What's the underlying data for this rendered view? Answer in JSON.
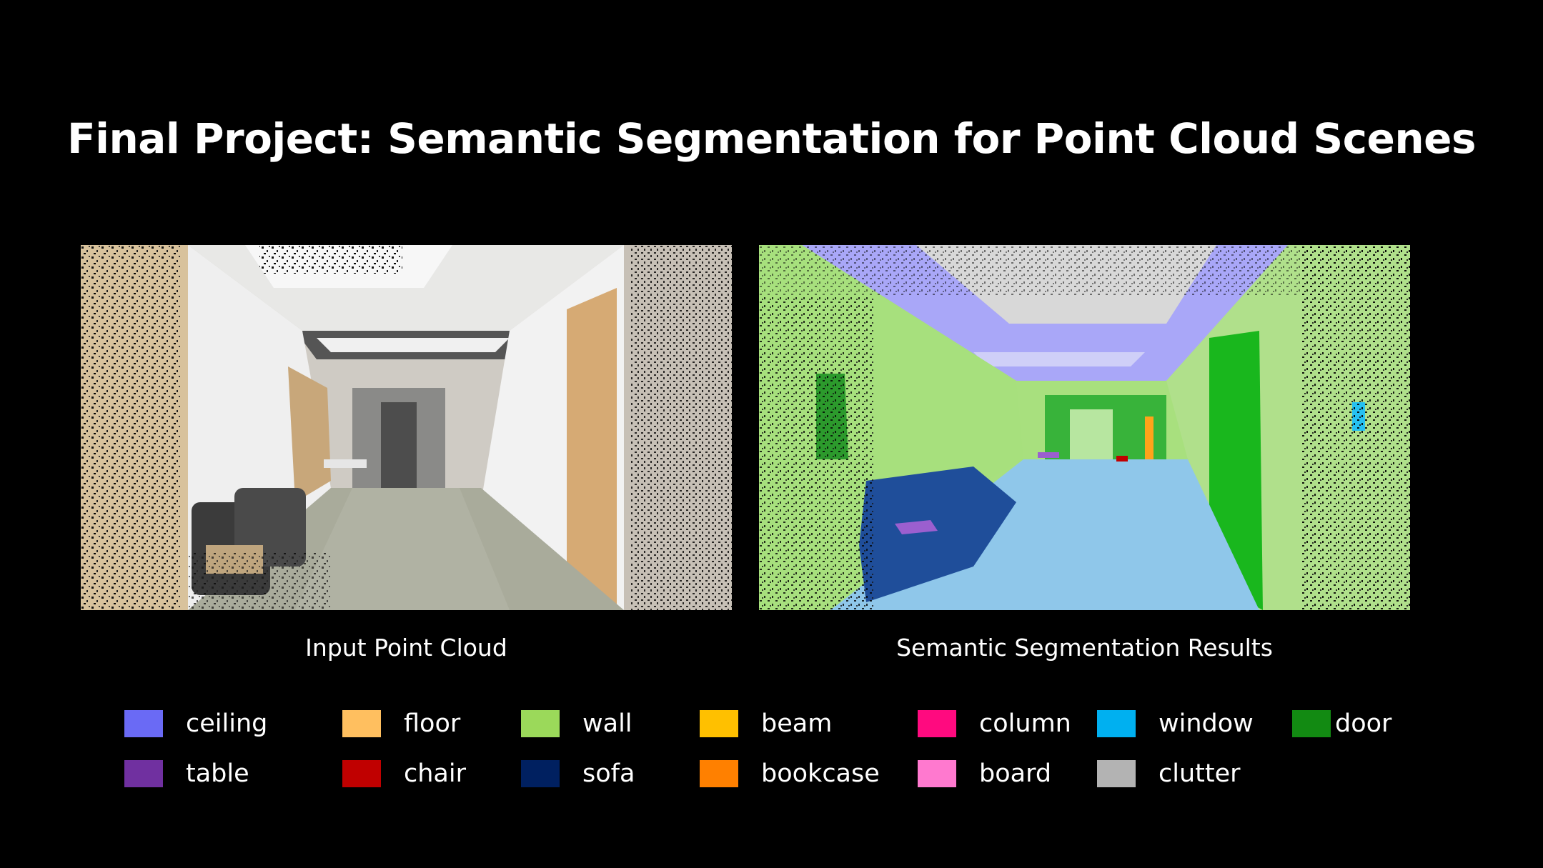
{
  "title": "Final Project: Semantic Segmentation for Point Cloud Scenes",
  "captions": {
    "input": "Input Point Cloud",
    "segmentation": "Semantic Segmentation Results"
  },
  "legend": [
    {
      "label": "ceiling",
      "color": "#6a6af5"
    },
    {
      "label": "floor",
      "color": "#ffbf5f"
    },
    {
      "label": "wall",
      "color": "#9bd95a"
    },
    {
      "label": "beam",
      "color": "#ffc000"
    },
    {
      "label": "column",
      "color": "#ff0a7f"
    },
    {
      "label": "window",
      "color": "#00b0f0"
    },
    {
      "label": "door",
      "color": "#128a12"
    },
    {
      "label": "table",
      "color": "#7030a0"
    },
    {
      "label": "chair",
      "color": "#c00000"
    },
    {
      "label": "sofa",
      "color": "#002060"
    },
    {
      "label": "bookcase",
      "color": "#ff8000"
    },
    {
      "label": "board",
      "color": "#ff79cf"
    },
    {
      "label": "clutter",
      "color": "#b3b3b3"
    }
  ]
}
